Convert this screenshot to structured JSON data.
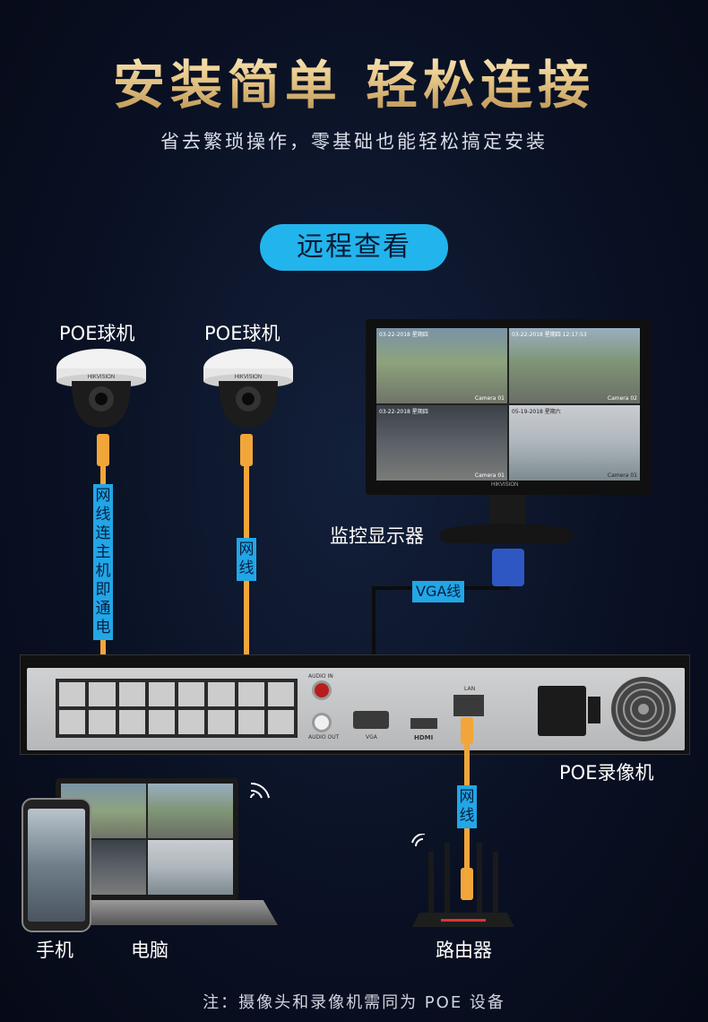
{
  "header": {
    "title": "安装简单  轻松连接",
    "subtitle": "省去繁琐操作，零基础也能轻松搞定安装"
  },
  "badge": "远程查看",
  "cameras": [
    {
      "label": "POE球机",
      "cable_tag": "网线连主机即通电",
      "brand": "HIKVISION"
    },
    {
      "label": "POE球机",
      "cable_tag": "网线",
      "brand": "HIKVISION"
    }
  ],
  "monitor": {
    "label": "监控显示器",
    "brand": "HIKVISION",
    "feeds": [
      {
        "name": "Camera 01",
        "time": "03-22-2018 星期四"
      },
      {
        "name": "Camera 02",
        "time": "03-22-2018 星期四 12:17:53"
      },
      {
        "name": "Camera 01",
        "time": "03-22-2018 星期四"
      },
      {
        "name": "Camera 01",
        "time": "05-19-2018 星期六"
      }
    ]
  },
  "vga_tag": "VGA线",
  "nvr": {
    "label": "POE录像机",
    "ports": {
      "audio_in": "AUDIO IN",
      "audio_out": "AUDIO OUT",
      "vga": "VGA",
      "hdmi": "HDMI",
      "lan": "LAN"
    },
    "poe_port_count": 16
  },
  "router": {
    "label": "路由器",
    "cable_tag": "网线"
  },
  "clients": [
    {
      "label": "手机",
      "icon": "phone-icon"
    },
    {
      "label": "电脑",
      "icon": "laptop-icon"
    }
  ],
  "footer": "注：摄像头和录像机需同为 POE 设备",
  "colors": {
    "gold": "#e8c98a",
    "accent": "#22b4ec",
    "cable": "#f2a63a",
    "bg": "#0a1124"
  }
}
